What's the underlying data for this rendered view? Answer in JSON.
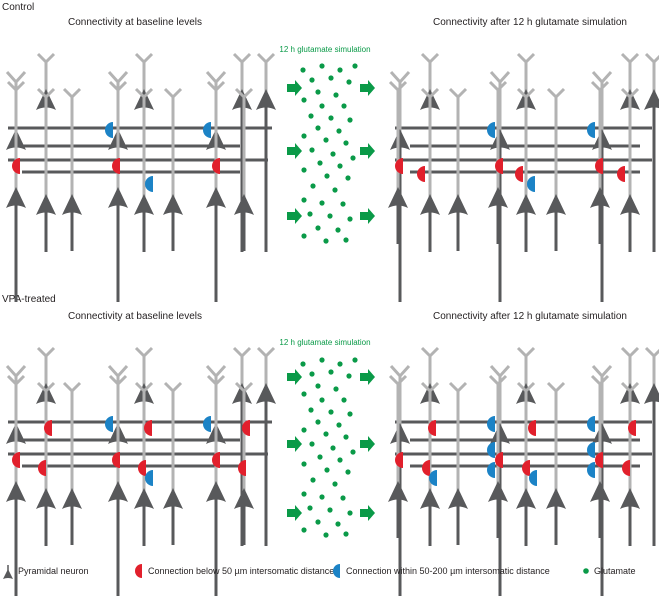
{
  "colors": {
    "neuron_light": "#b3b3b3",
    "neuron_dark": "#58595b",
    "close_connection": "#e1202c",
    "far_connection": "#1c83c6",
    "glutamate": "#0a9a48",
    "text": "#231f20"
  },
  "groups": [
    {
      "label": "Control",
      "panels": {
        "baseline_title": "Connectivity at baseline levels",
        "after_title": "Connectivity after 12 h glutamate simulation"
      },
      "stimulation_label": "12 h glutamate simulation"
    },
    {
      "label": "VPA-treated",
      "panels": {
        "baseline_title": "Connectivity at baseline levels",
        "after_title": "Connectivity after 12 h glutamate simulation"
      },
      "stimulation_label": "12 h glutamate simulation"
    }
  ],
  "legend": [
    {
      "icon": "pyramidal-neuron-icon",
      "text": "Pyramidal neuron"
    },
    {
      "icon": "red-half-circle-icon",
      "text": "Connection below 50 µm intersomatic distance"
    },
    {
      "icon": "blue-half-circle-icon",
      "text": "Connection within 50-200 µm intersomatic distance"
    },
    {
      "icon": "green-dot-icon",
      "text": "Glutamate"
    }
  ]
}
